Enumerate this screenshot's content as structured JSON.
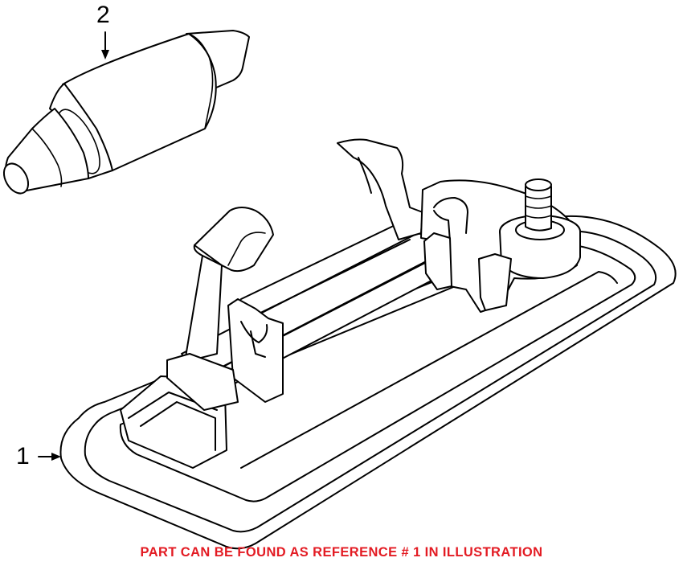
{
  "callouts": {
    "part_1": "1",
    "part_2": "2"
  },
  "caption": {
    "text": "PART CAN BE FOUND AS REFERENCE # 1 IN ILLUSTRATION",
    "color": "#e31b23"
  },
  "colors": {
    "line": "#000000",
    "background": "#ffffff"
  }
}
